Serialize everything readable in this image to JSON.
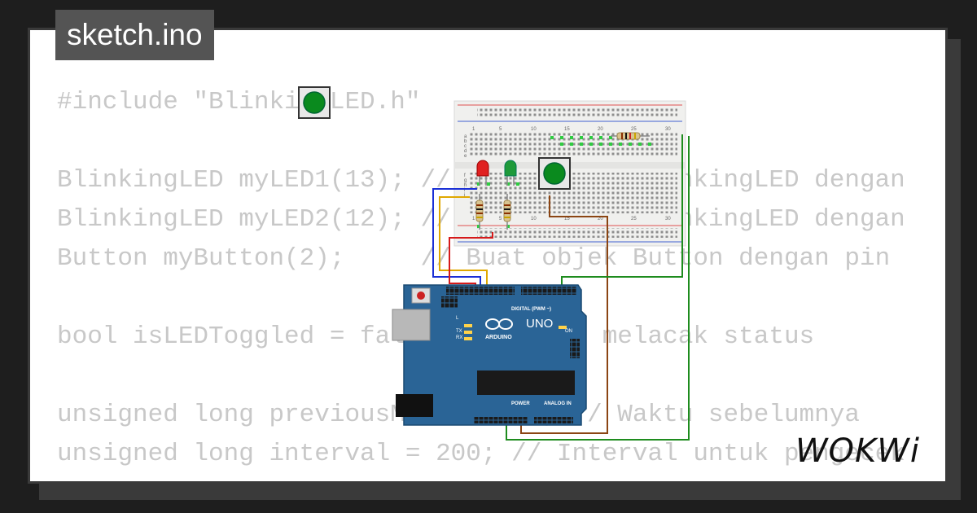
{
  "tab": {
    "title": "sketch.ino"
  },
  "code_lines": [
    "#include \"BlinkingLED.h\"",
    "",
    "BlinkingLED myLED1(13); // Buat objek BlinkingLED dengan",
    "BlinkingLED myLED2(12); // Buat objek BlinkingLED dengan",
    "Button myButton(2);     // Buat objek Button dengan pin",
    "",
    "bool isLEDToggled = false; // untuk melacak status",
    "",
    "unsigned long previousMillis = 0; // Waktu sebelumnya",
    "unsigned long interval = 200; // Interval untuk pengecek"
  ],
  "arduino": {
    "brand": "ARDUINO",
    "model": "UNO",
    "digital_label": "DIGITAL (PWM ~)",
    "power_label": "POWER",
    "analog_label": "ANALOG IN",
    "on_label": "ON",
    "tx_label": "TX",
    "rx_label": "RX",
    "l_label": "L"
  },
  "breadboard": {
    "column_numbers": [
      "1",
      "5",
      "10",
      "15",
      "20",
      "25",
      "30"
    ],
    "row_letters": [
      "a",
      "b",
      "c",
      "d",
      "e",
      "f",
      "g",
      "h",
      "i",
      "j"
    ]
  },
  "components": {
    "led_red_color": "#e02020",
    "led_green_color": "#1f9a3a",
    "button_cap_color": "#0a8a1e"
  },
  "wire_colors": {
    "blue": "#1a2fd6",
    "red": "#d61a1a",
    "yellow": "#e0a800",
    "brown": "#8b4513",
    "green": "#1e8c1e"
  },
  "logo": {
    "text": "WOKWi"
  }
}
